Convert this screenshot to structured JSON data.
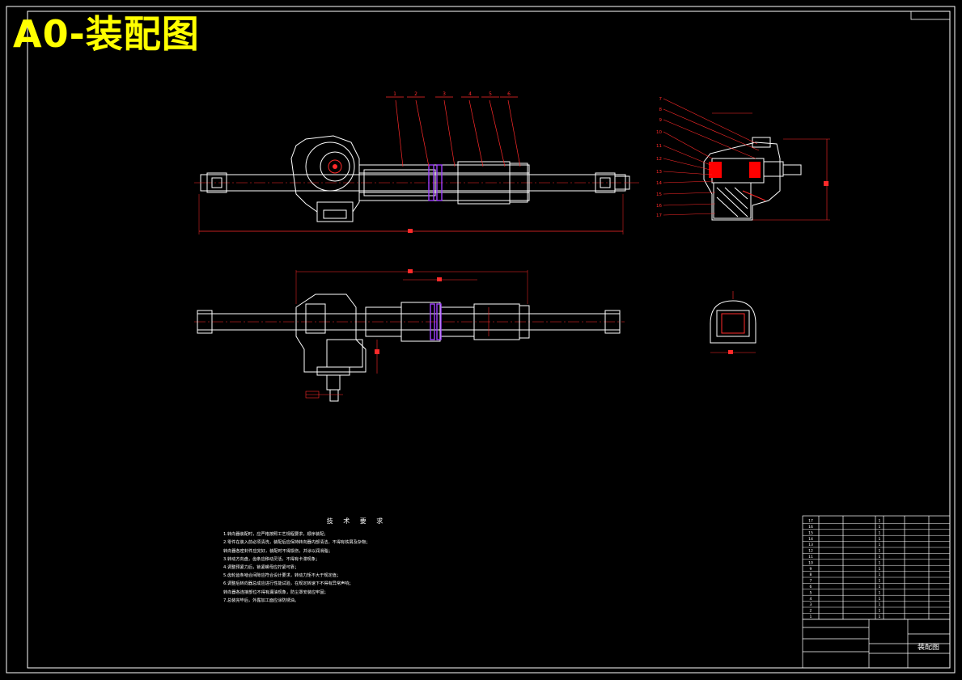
{
  "sheet": {
    "banner_title": "A0-装配图",
    "drawing_title": "装配图",
    "colors": {
      "background": "#000000",
      "outline": "#ffffff",
      "leader": "#ff2a2a",
      "banner": "#ffff00",
      "seal_ring": "#a040ff",
      "hatch": "#ff0000"
    }
  },
  "technical_requirements": {
    "title": "技 术 要 求",
    "items": [
      "1.转向器装配时，应严格按照工艺规程要求，顺序装配；",
      "2.零件在装入前必须清洗，装配后应保持转向器内部清洁，不得有铁屑及杂物；",
      "转向器各密封件应完好，装配时不得损伤，并涂以润滑脂；",
      "3.转动方向盘，齿条应移动灵活，不得有卡滞现象；",
      "4.调整预紧力后，锁紧螺母应拧紧可靠；",
      "5.齿轮齿条啮合间隙应符合设计要求，转动力矩不大于规定值；",
      "6.调整后转向器总成应进行性能试验，在规定转速下不得有异常声响；",
      "转向器各连接部位不得有漏油现象，防尘罩安装应牢固；",
      "7.总装完毕后，外露加工面应涂防锈油。"
    ]
  },
  "parts_list": [
    {
      "no": "17",
      "qty": "1"
    },
    {
      "no": "16",
      "qty": "1"
    },
    {
      "no": "15",
      "qty": "1"
    },
    {
      "no": "14",
      "qty": "1"
    },
    {
      "no": "13",
      "qty": "1"
    },
    {
      "no": "12",
      "qty": "1"
    },
    {
      "no": "11",
      "qty": "1"
    },
    {
      "no": "10",
      "qty": "1"
    },
    {
      "no": "9",
      "qty": "1"
    },
    {
      "no": "8",
      "qty": "1"
    },
    {
      "no": "7",
      "qty": "1"
    },
    {
      "no": "6",
      "qty": "1"
    },
    {
      "no": "5",
      "qty": "1"
    },
    {
      "no": "4",
      "qty": "1"
    },
    {
      "no": "3",
      "qty": "1"
    },
    {
      "no": "2",
      "qty": "1"
    },
    {
      "no": "1",
      "qty": "1"
    }
  ],
  "callouts_front": [
    "1",
    "2",
    "3",
    "4",
    "5",
    "6"
  ],
  "callouts_section": [
    "7",
    "8",
    "9",
    "10",
    "11",
    "12",
    "13",
    "14",
    "15",
    "16",
    "17"
  ]
}
